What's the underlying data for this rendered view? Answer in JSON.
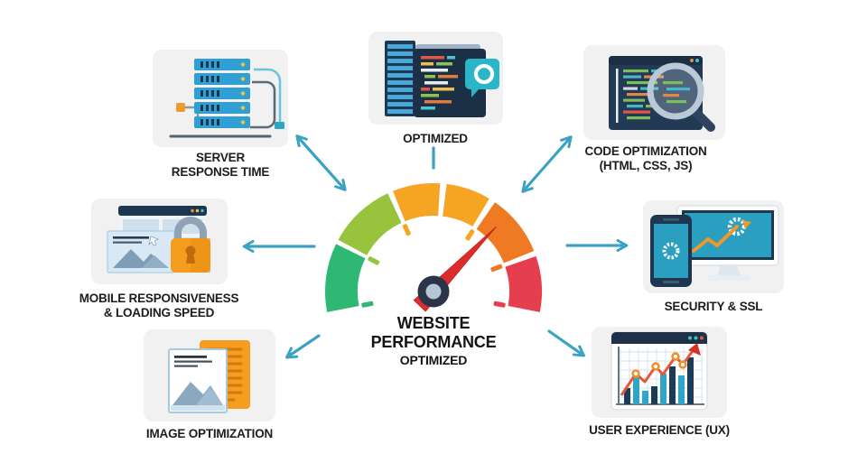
{
  "title": {
    "line1": "WEBSITE",
    "line2": "PERFORMANCE",
    "line3": "OPTIMIZED"
  },
  "nodes": [
    {
      "id": "server-response-time",
      "line1": "SERVER",
      "line2": "RESPONSE TIME",
      "icon": "server-stack-icon"
    },
    {
      "id": "optimized-code",
      "line1": "OPTIMIZED",
      "icon": "code-editor-icon"
    },
    {
      "id": "code-optimization",
      "line1": "CODE OPTIMIZATION",
      "line2": "(HTML, CSS, JS)",
      "icon": "code-magnifier-icon"
    },
    {
      "id": "mobile-responsiveness",
      "line1": "MOBILE RESPONSIVENESS",
      "line2": "& LOADING SPEED",
      "icon": "browser-lock-icon"
    },
    {
      "id": "security-ssl",
      "line1": "SECURITY & SSL",
      "icon": "devices-loading-icon"
    },
    {
      "id": "image-optimization",
      "line1": "IMAGE OPTIMIZATION",
      "icon": "image-document-icon"
    },
    {
      "id": "user-experience",
      "line1": "USER EXPERIENCE (UX)",
      "icon": "analytics-chart-icon"
    }
  ],
  "gauge": {
    "type": "speedometer",
    "segments": [
      "green",
      "light-green",
      "amber",
      "amber",
      "orange",
      "red"
    ],
    "needle_angle_deg_from_vertical": 44,
    "needle_position": "high-orange"
  },
  "connections": [
    {
      "from": "gauge",
      "to": "server-response-time",
      "style": "double-arrow"
    },
    {
      "from": "optimized-code",
      "to": "gauge",
      "style": "line"
    },
    {
      "from": "gauge",
      "to": "code-optimization",
      "style": "double-arrow"
    },
    {
      "from": "gauge",
      "to": "mobile-responsiveness",
      "style": "arrow"
    },
    {
      "from": "gauge",
      "to": "security-ssl",
      "style": "arrow"
    },
    {
      "from": "gauge",
      "to": "image-optimization",
      "style": "arrow"
    },
    {
      "from": "gauge",
      "to": "user-experience",
      "style": "arrow"
    }
  ],
  "colors": {
    "background": "#ffffff",
    "card_bg": "#f1f1f2",
    "label_text": "#1d1d1f",
    "arrow": "#3aa2c2",
    "gauge": {
      "green": "#2eb873",
      "light_green": "#97c33d",
      "amber": "#f6a423",
      "orange": "#ee7b23",
      "red": "#e63e4e",
      "needle": "#dd2c2c",
      "hub": "#2a3647",
      "hub_inner": "#b5c7d6"
    }
  }
}
